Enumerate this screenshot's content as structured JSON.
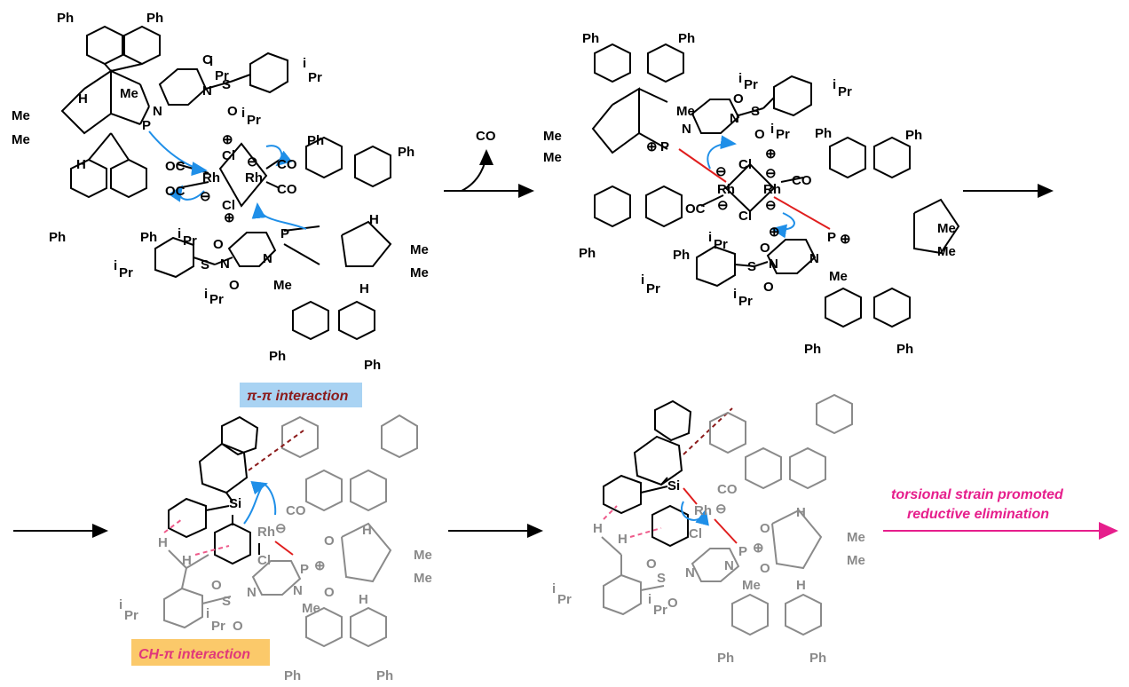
{
  "labels": {
    "co_released": "CO",
    "ph": "Ph",
    "me": "Me",
    "ipr_prefix": "i",
    "ipr": "Pr",
    "rh": "Rh",
    "cl": "Cl",
    "co": "CO",
    "oc": "OC",
    "p": "P",
    "n": "N",
    "s": "S",
    "o": "O",
    "h": "H",
    "si": "Si",
    "plus": "⊕",
    "minus": "⊖"
  },
  "annotations": {
    "pi_pi": "π-π interaction",
    "ch_pi": "CH-π interaction",
    "torsional_line1": "torsional strain promoted",
    "torsional_line2": "reductive elimination"
  },
  "colors": {
    "blue_arrow": "#1f8fe8",
    "red_bond": "#e01e1e",
    "magenta": "#e61e8c",
    "pi_box": "#a9d3f3",
    "ch_box": "#fbc96a",
    "pi_text": "#8b1a1a",
    "ch_text": "#e0387a",
    "grey": "#8a8a8a"
  }
}
